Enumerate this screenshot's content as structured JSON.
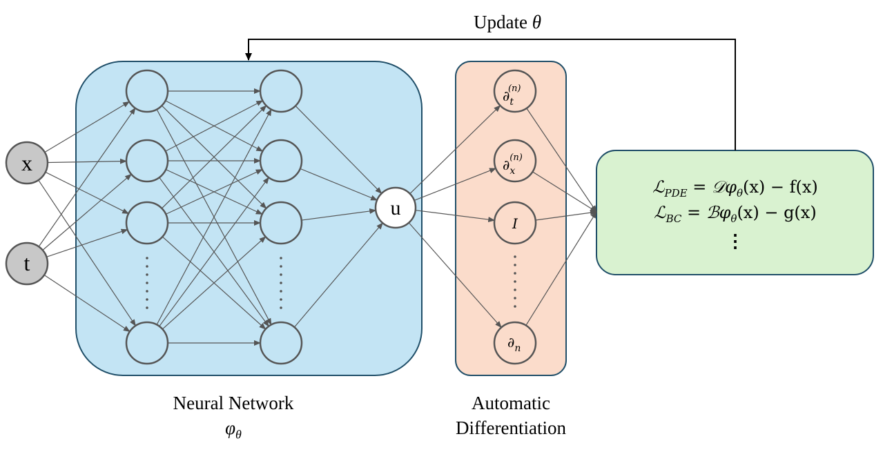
{
  "update_label": "Update",
  "update_symbol": "θ",
  "inputs": [
    "x",
    "t"
  ],
  "output": "u",
  "neural_network": {
    "caption": "Neural Network",
    "symbol": "φ",
    "symbol_sub": "θ"
  },
  "autodiff": {
    "caption_line1": "Automatic",
    "caption_line2": "Differentiation",
    "nodes": [
      {
        "main": "∂",
        "sub": "t",
        "sup": "(n)"
      },
      {
        "main": "∂",
        "sub": "x",
        "sup": "(n)"
      },
      {
        "main": "I",
        "sub": "",
        "sup": ""
      },
      {
        "main": "∂",
        "sub": "n",
        "sup": ""
      }
    ]
  },
  "loss": {
    "line1": "ℒ_PDE = 𝒟φ_θ(x) − f(x)",
    "line1_lhs": "ℒ",
    "line1_lhs_sub": "PDE",
    "line1_op": "𝒟φ",
    "line1_rest": "(x) − f(x)",
    "line2_lhs": "ℒ",
    "line2_lhs_sub": "BC",
    "line2_op": "ℬφ",
    "line2_rest": "(x) − g(x)",
    "line3": "⋮"
  },
  "colors": {
    "nn_fill": "#c3e4f4",
    "nn_border": "#1f4e68",
    "ad_fill": "#fbdccb",
    "ad_border": "#1f4e68",
    "loss_fill": "#d9f2d0",
    "loss_border": "#1f4e68",
    "input_fill": "#c8c8c8",
    "node_stroke": "#555555",
    "edge": "#555555"
  }
}
